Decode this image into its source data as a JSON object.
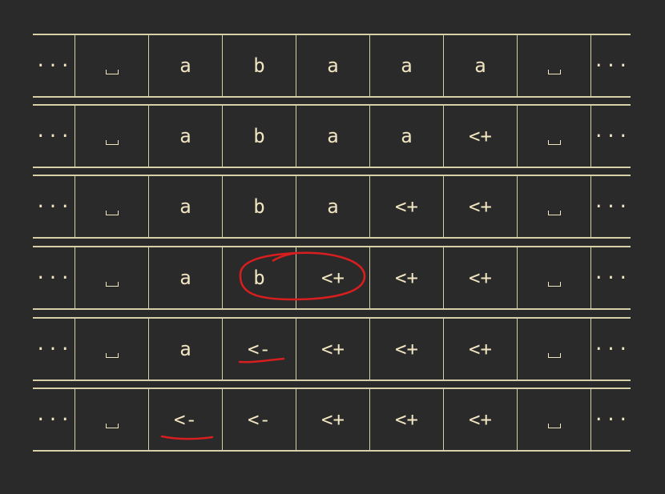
{
  "colors": {
    "background": "#2a2a2a",
    "grid": "#d6cfa8",
    "text": "#f1e5c2",
    "annotation": "#d81e1e"
  },
  "rows": [
    {
      "cells": [
        "···",
        "␣",
        "a",
        "b",
        "a",
        "a",
        "a",
        "␣",
        "···"
      ]
    },
    {
      "cells": [
        "···",
        "␣",
        "a",
        "b",
        "a",
        "a",
        "<+",
        "␣",
        "···"
      ]
    },
    {
      "cells": [
        "···",
        "␣",
        "a",
        "b",
        "a",
        "<+",
        "<+",
        "␣",
        "···"
      ]
    },
    {
      "cells": [
        "···",
        "␣",
        "a",
        "b",
        "<+",
        "<+",
        "<+",
        "␣",
        "···"
      ]
    },
    {
      "cells": [
        "···",
        "␣",
        "a",
        "<-",
        "<+",
        "<+",
        "<+",
        "␣",
        "···"
      ]
    },
    {
      "cells": [
        "···",
        "␣",
        "<-",
        "<-",
        "<+",
        "<+",
        "<+",
        "␣",
        "···"
      ]
    }
  ]
}
